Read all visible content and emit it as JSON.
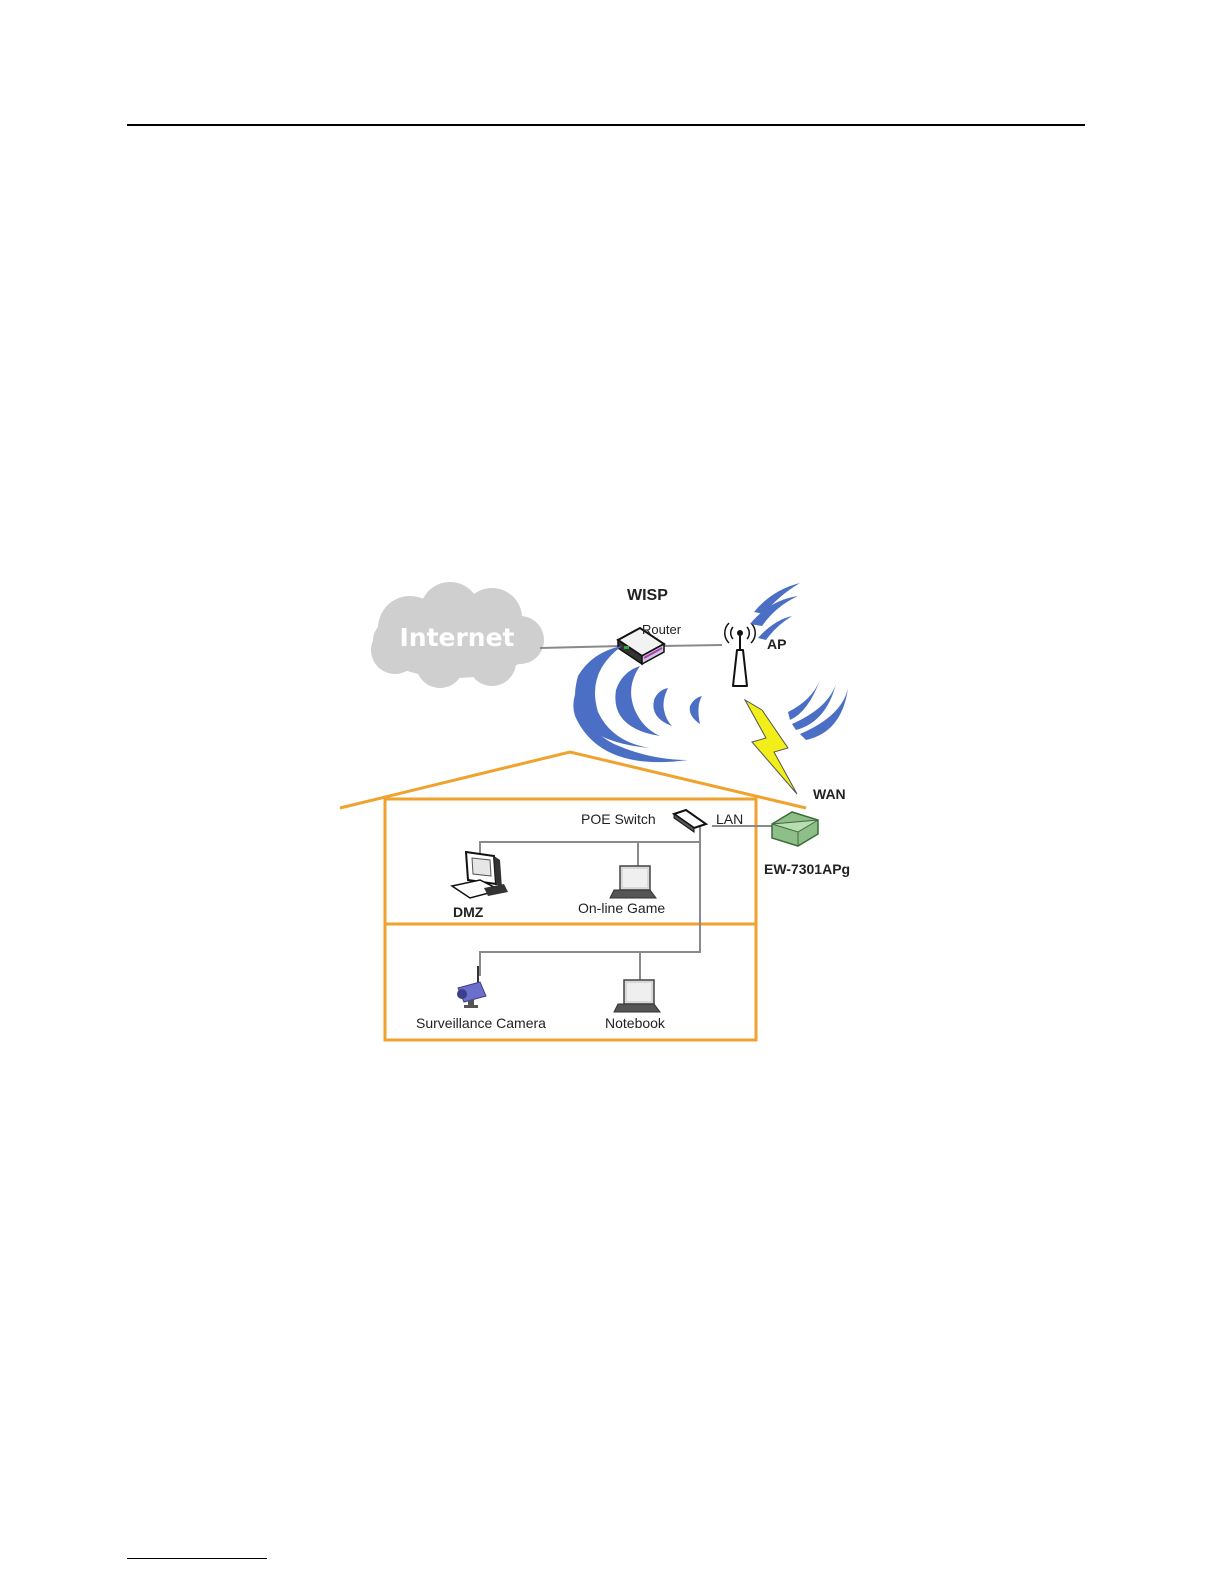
{
  "diagram": {
    "labels": {
      "internet": "Internet",
      "wisp": "WISP",
      "router": "Router",
      "ap": "AP",
      "wan": "WAN",
      "poe_switch": "POE Switch",
      "lan": "LAN",
      "device": "EW-7301APg",
      "dmz": "DMZ",
      "online_game": "On-line Game",
      "surveillance_camera": "Surveillance Camera",
      "notebook": "Notebook"
    },
    "colors": {
      "house_outline": "#F0A22E",
      "wave_blue": "#4A6FC4",
      "cloud": "#CFCFCF",
      "lightning": "#F2EE1A",
      "cable": "#8A8A8A"
    }
  }
}
